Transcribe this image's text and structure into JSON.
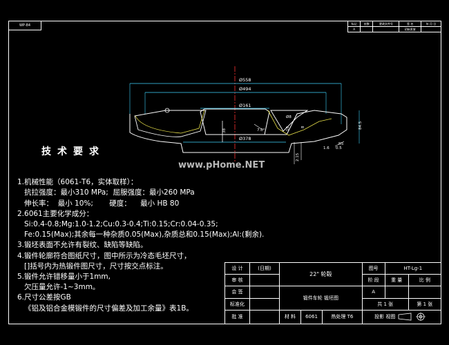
{
  "drawing_tag": "WP-84",
  "revision_table": [
    [
      "标记",
      "处数",
      "更改文件号",
      "签 名",
      "年 月 日"
    ],
    [
      "A",
      "",
      "",
      "初始发放",
      ""
    ]
  ],
  "dimensions": {
    "top_diameter": "Ø558",
    "second_diameter": "Ø494",
    "inner_diameter": "Ø161",
    "bottom_diameter": "Ø378",
    "small_diameter": "Ø8",
    "side_value": "84.5",
    "height_1": "8",
    "height_2": "10",
    "angle": "7.0°",
    "offset_1": "1.6",
    "offset_2": "0.5",
    "radius": "R5",
    "length": "2.15",
    "depth": "38"
  },
  "tech_title": "技术要求",
  "notes": [
    "1.机械性能（6061-T6，实体取样）：",
    "   抗拉强度：最小310 MPa;  屈服强度：最小260 MPa",
    "   伸长率：  最小 10%;       硬度：    最小 HB 80",
    "2.6061主要化学成分：",
    "   Si:0.4-0.8;Mg:1.0-1.2;Cu:0.3-0.4;Ti:0.15;Cr:0.04-0.35;",
    "   Fe:0.15(Max);其余每一种杂质0.05(Max),杂质总和0.15(Max);Al:(剩余).",
    "3.锻坯表面不允许有裂纹、缺陷等缺陷。",
    "4.锻件轮廓符合图纸尺寸，图中所示为冷态毛坯尺寸，",
    "   []括号内为热锻件图尺寸，尺寸按交点标注。",
    "5.锻件允许错移量小于1mm,",
    "   欠压量允许-1~3mm。",
    "6.尺寸公差按GB",
    "   《铝及铝合金模锻件的尺寸偏差及加工余量》表1B。"
  ],
  "watermark": "www.pHome.NET",
  "title_block": {
    "design_label": "设 计",
    "design_value": "(日期)",
    "review_label": "审 核",
    "check_label": "会 签",
    "standard_label": "标准化",
    "approve_label": "批 准",
    "part_name": "22\" 轮毂",
    "drawing_no_label": "图号",
    "drawing_no": "HT-Lg-1",
    "stage_label": "阶 段",
    "weight_label": "重 量",
    "scale_label": "比 例",
    "stage_value": "A",
    "drawing_type": "锻件车轮  锻坯图",
    "material_label": "材 料",
    "material": "6061",
    "heat_label": "热处理",
    "heat": "T6",
    "sheet_total": "共 1 张",
    "sheet_no": "第 1 张",
    "symbol_label": "投影\n视图"
  }
}
